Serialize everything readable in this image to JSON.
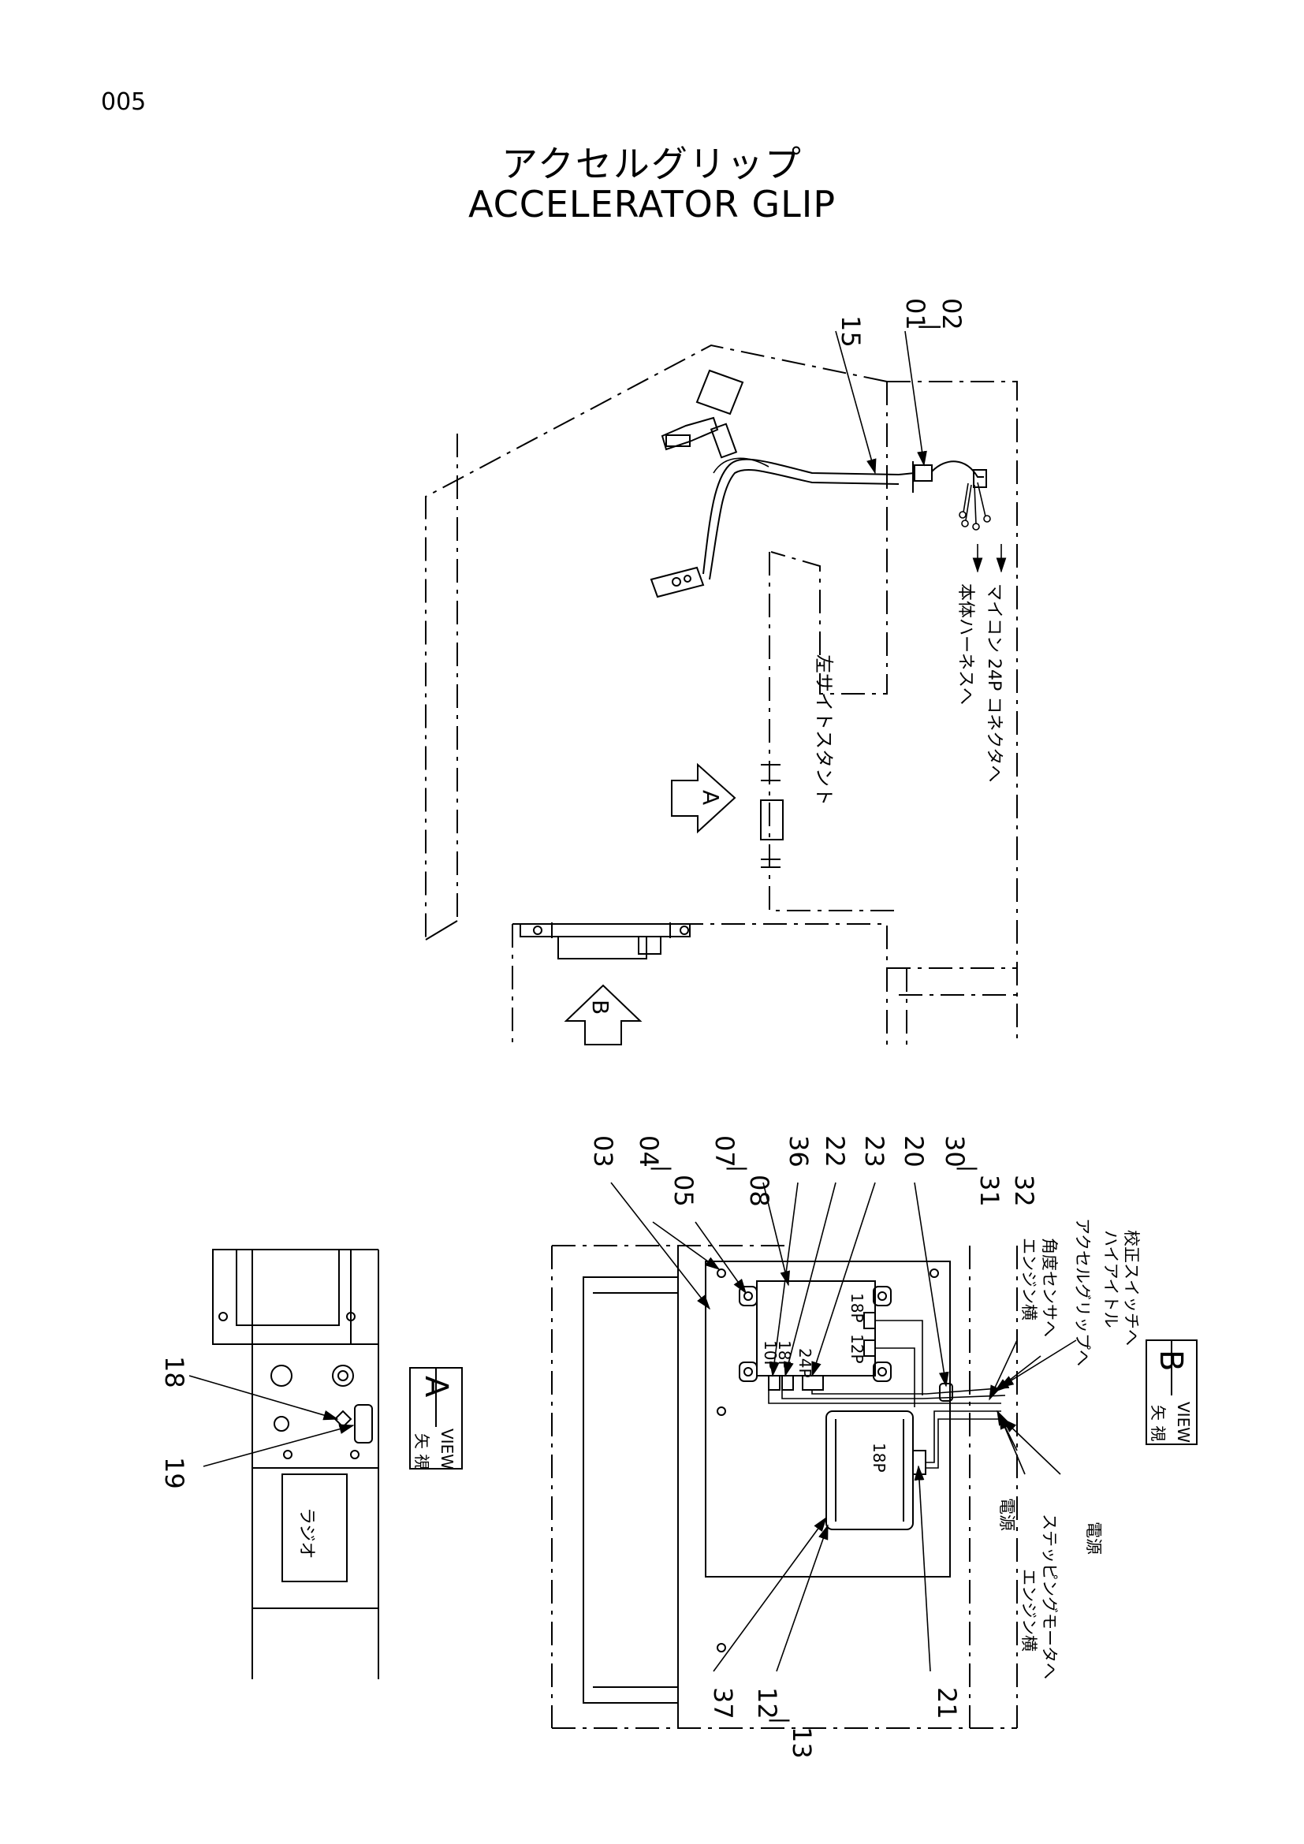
{
  "page_number": "005",
  "title_jp": "アクセルグリップ",
  "title_en": "ACCELERATOR GLIP",
  "top_view": {
    "callouts": {
      "c15": "15",
      "c01": "01",
      "c_dash": "|",
      "c02": "02"
    },
    "notes": {
      "harness": "本体ハーネスへ",
      "connector": "マイコン 24P コネクタへ",
      "stand": "左サイトスタント"
    },
    "arrows": {
      "a": "A",
      "b": "B"
    }
  },
  "view_a": {
    "callouts": {
      "c18": "18",
      "c19": "19"
    },
    "radio_label": "ラジオ",
    "view_label_jp": "矢 視",
    "view_label_en": "VIEW",
    "view_letter": "A"
  },
  "view_b": {
    "callouts_top": [
      "03",
      "04",
      "05",
      "07",
      "08",
      "36",
      "22",
      "23",
      "20",
      "30",
      "31",
      "32"
    ],
    "callouts_bottom": [
      "37",
      "12",
      "13",
      "21"
    ],
    "dash": "|",
    "connectors": {
      "p10": "10P",
      "p18a": "18P",
      "p24": "24P",
      "p18b": "18P",
      "p12": "12P",
      "p18c": "18P"
    },
    "notes": {
      "engine_sensor_1": "エンジン横",
      "engine_sensor_2": "角度センサへ",
      "accel_grip": "アクセルグリップへ",
      "hi_idle_1": "ハイアイトル",
      "hi_idle_2": "校正スイッチへ",
      "power_1": "電源",
      "power_2": "電源",
      "stepping_1": "エンジン横",
      "stepping_2": "ステッピングモータへ"
    },
    "view_label_jp": "矢 視",
    "view_label_en": "VIEW",
    "view_letter": "B"
  }
}
